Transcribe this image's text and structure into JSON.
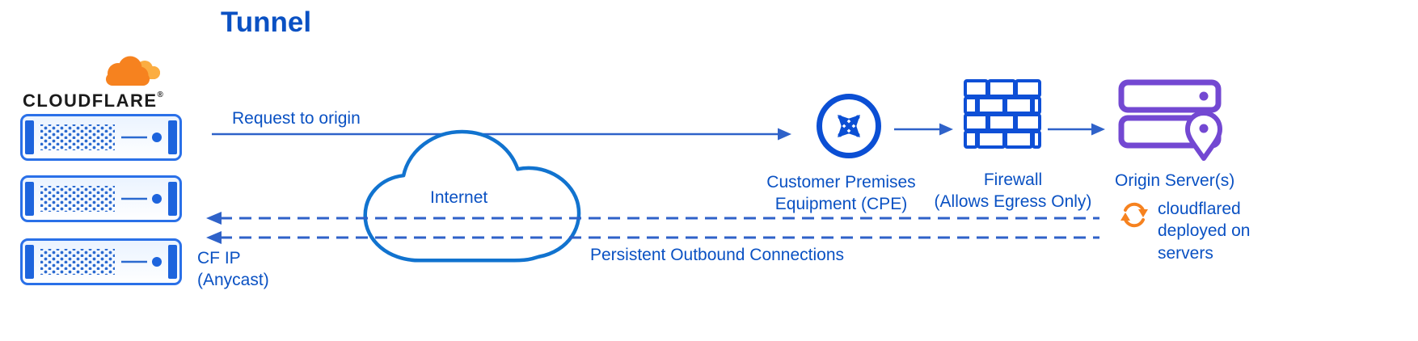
{
  "title": "Tunnel",
  "cloudflare": {
    "logo_text": "CLOUDFLARE",
    "registered_mark": "®"
  },
  "labels": {
    "request_to_origin": "Request to origin",
    "internet": "Internet",
    "cpe_line1": "Customer Premises",
    "cpe_line2": "Equipment (CPE)",
    "firewall_line1": "Firewall",
    "firewall_line2": "(Allows Egress Only)",
    "origin_servers": "Origin Server(s)",
    "cloudflared_line1": "cloudflared",
    "cloudflared_line2": "deployed on",
    "cloudflared_line3": "servers",
    "persistent": "Persistent Outbound Connections",
    "cf_ip_line1": "CF IP",
    "cf_ip_line2": "(Anycast)"
  },
  "colors": {
    "blue_text": "#0a51c3",
    "line_blue": "#2f62c9",
    "cloud_stroke": "#1173cf",
    "icon_blue": "#0b4fd4",
    "server_blue": "#2a70e8",
    "server_dark_blue": "#1d64dd",
    "orange": "#f6821f",
    "orange_light": "#fbad41",
    "purple": "#7348d2",
    "brand_black": "#1b1b1b"
  },
  "icons": {
    "cloudflare_logo": "orange-cloud",
    "edge_server": "server-rack",
    "internet": "cloud-outline",
    "cpe": "router-circle-crossed-arrows",
    "firewall": "brick-wall",
    "origin_server": "stacked-servers-with-location-pin",
    "cloudflared": "orange-sync-arrows"
  }
}
